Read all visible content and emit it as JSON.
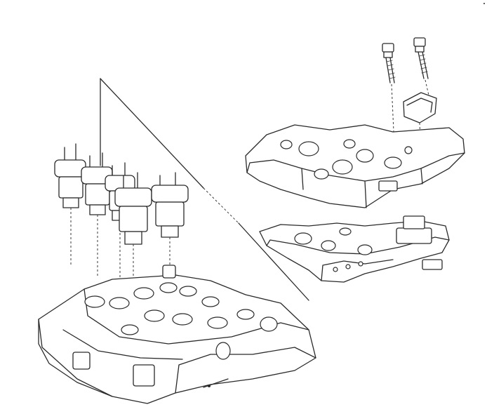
{
  "figure": {
    "type": "exploded-view line drawing",
    "colors": {
      "ink": "#2a2a2a",
      "background": "#ffffff"
    },
    "components": [
      "solenoid-1",
      "solenoid-2",
      "solenoid-3",
      "solenoid-4",
      "solenoid-5",
      "valve-body",
      "bolt-left",
      "bolt-right",
      "retainer-clip",
      "upper-plate",
      "lower-plate",
      "leader-line"
    ]
  }
}
